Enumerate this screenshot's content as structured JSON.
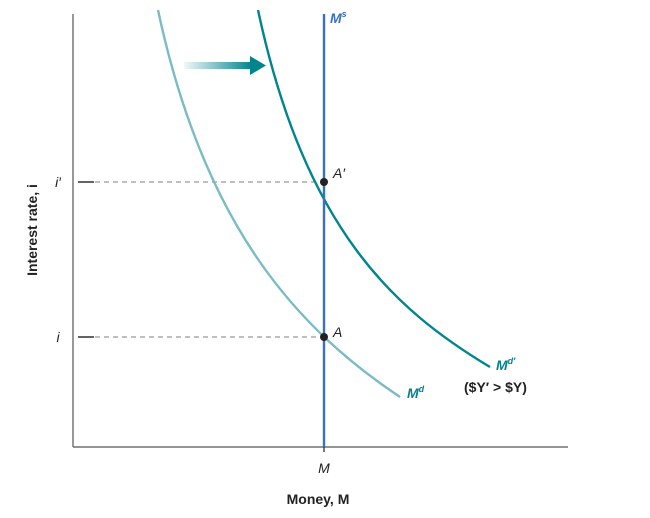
{
  "colors": {
    "axis": "#555555",
    "supply": "#3a6fc4",
    "demand": "#7bbcc4",
    "demand_shifted": "#00848d",
    "guide": "#999999",
    "point": "#222222",
    "text": "#222222"
  },
  "axes": {
    "y_label": "Interest rate, i",
    "x_label": "Money, M",
    "x_tick": "M",
    "y_ticks": [
      "i′",
      "i"
    ]
  },
  "curves": {
    "supply_label": "M",
    "supply_sup": "s",
    "demand_label": "M",
    "demand_sup": "d",
    "demand_shifted_label": "M",
    "demand_shifted_sup": "d′",
    "demand_shifted_note": "($Y′ > $Y)"
  },
  "points": {
    "A": "A",
    "A_prime": "A′"
  },
  "arrow_icon": "right-arrow-icon"
}
